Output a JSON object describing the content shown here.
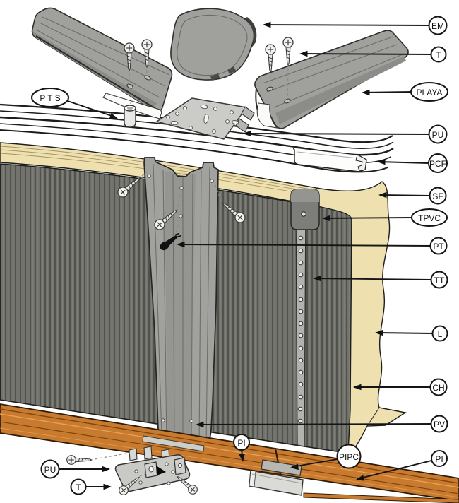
{
  "labels": {
    "em": "EM",
    "t_top": "T",
    "playa": "PLAYA",
    "pts": "P T S",
    "pu_top": "PU",
    "pcf": "PCF",
    "sf": "SF",
    "tpvc": "TPVC",
    "pt": "PT",
    "tt": "TT",
    "l": "L",
    "ch": "CH",
    "pv": "PV",
    "pi_left": "PI",
    "pipc": "PIPC",
    "pi_right": "PI",
    "pu_bottom": "PU",
    "t_bottom": "T"
  },
  "colors": {
    "background": "#ffffff",
    "outline": "#1a1a1a",
    "metal": "#a0a09d",
    "wall": "#72726c",
    "wall_groove": "#52524d",
    "liner": "#efe0b0",
    "rail": "#c87a2e",
    "post": "#a1a19e",
    "plate": "#c9c9c6"
  }
}
